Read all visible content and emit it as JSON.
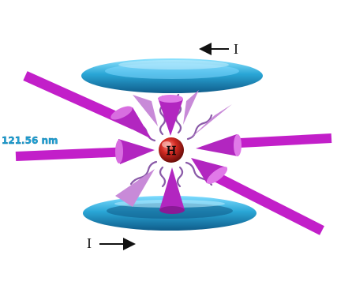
{
  "labels": {
    "current_top": "I",
    "current_bottom": "I",
    "atom": "H",
    "wavelength": "121.56 nm"
  },
  "colors": {
    "ring": "#2aa6d6",
    "beam": "#c21fc9",
    "cone": "#b226c0",
    "cone_light": "#cf8ee0",
    "photon_wave": "#8a5aa8",
    "atom": "#c62020",
    "wavelength_text": "#1fa4d8"
  },
  "icons": {
    "top_arrow": "arrow-left-icon",
    "bottom_arrow": "arrow-right-icon"
  }
}
